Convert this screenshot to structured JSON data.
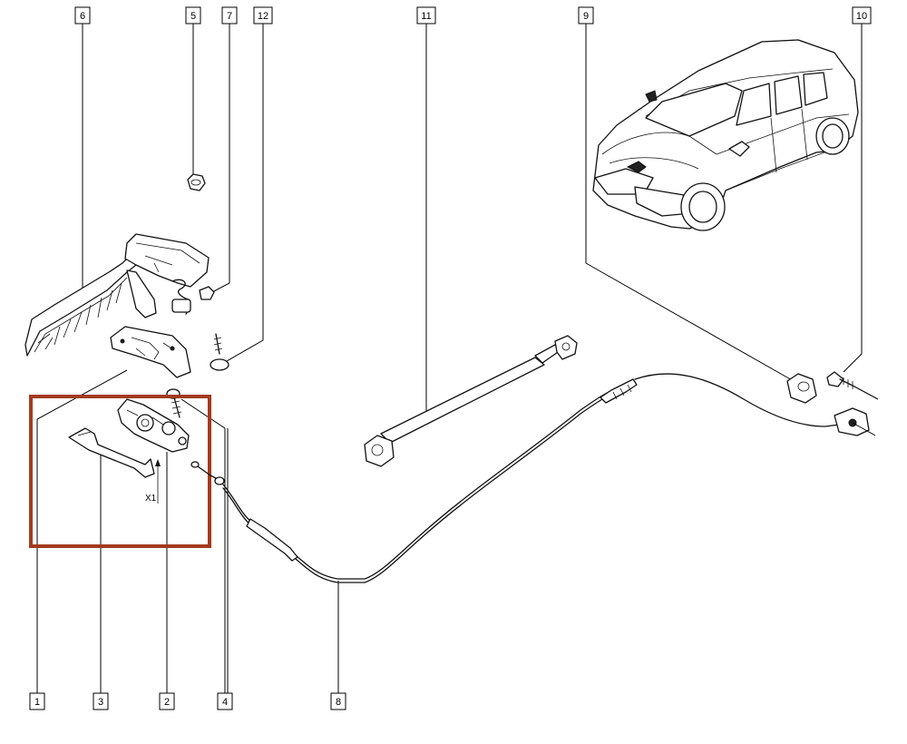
{
  "callouts": [
    {
      "id": "c1",
      "label": "1"
    },
    {
      "id": "c2",
      "label": "2"
    },
    {
      "id": "c3",
      "label": "3"
    },
    {
      "id": "c4",
      "label": "4"
    },
    {
      "id": "c5",
      "label": "5"
    },
    {
      "id": "c6",
      "label": "6"
    },
    {
      "id": "c7",
      "label": "7"
    },
    {
      "id": "c8",
      "label": "8"
    },
    {
      "id": "c9",
      "label": "9"
    },
    {
      "id": "c10",
      "label": "10"
    },
    {
      "id": "c11",
      "label": "11"
    },
    {
      "id": "c12",
      "label": "12"
    }
  ],
  "detail_marker": "X1",
  "highlight_color": "#a33a1e"
}
